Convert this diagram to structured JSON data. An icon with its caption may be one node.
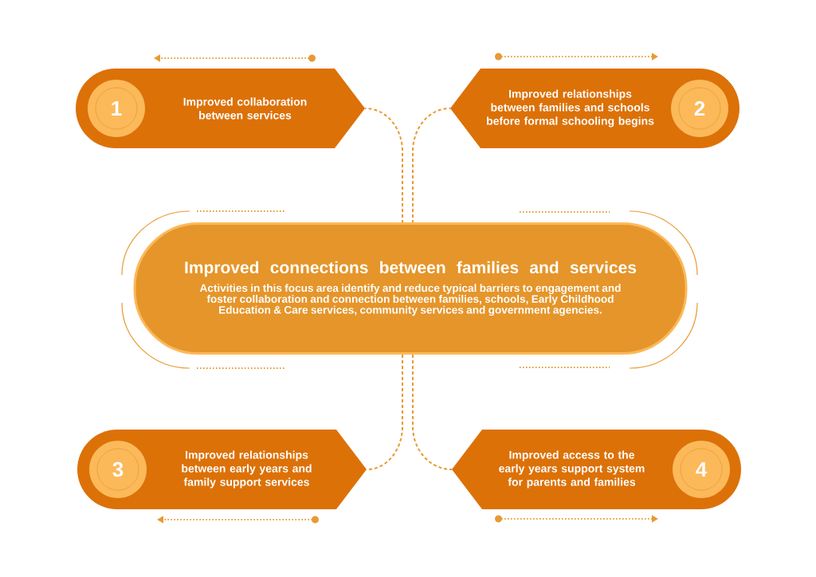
{
  "diagram": {
    "nodes": [
      {
        "text": [
          "Improved collaboration between services"
        ]
      },
      {
        "text": [
          "1"
        ],
        "in": 0
      },
      {
        "text": [
          "Improved relationships between families and schools before formal schooling begins"
        ]
      },
      {
        "text": [
          "2"
        ],
        "in": 2
      },
      {
        "text": [
          "Improved connections between families and services",
          "Activities in this focus area identify and reduce typical barriers to engagement and foster collaboration and connection between families, schools, Early Childhood Education & Care services, community services and government agencies."
        ]
      },
      {
        "text": [
          "Improved relationships between early years and family support services"
        ]
      },
      {
        "text": [
          "3"
        ],
        "in": 5
      },
      {
        "text": [
          "Improved access to the early years support system for parents and families"
        ]
      },
      {
        "text": [
          "4"
        ],
        "in": 7
      }
    ],
    "edges": [
      {
        "from": 4,
        "to": 0,
        "arrow": "none",
        "style": "dashed"
      },
      {
        "from": 4,
        "to": 2,
        "arrow": "none",
        "style": "dashed"
      },
      {
        "from": 4,
        "to": 5,
        "arrow": "none",
        "style": "dashed"
      },
      {
        "from": 4,
        "to": 7,
        "arrow": "none",
        "style": "dashed"
      }
    ]
  }
}
